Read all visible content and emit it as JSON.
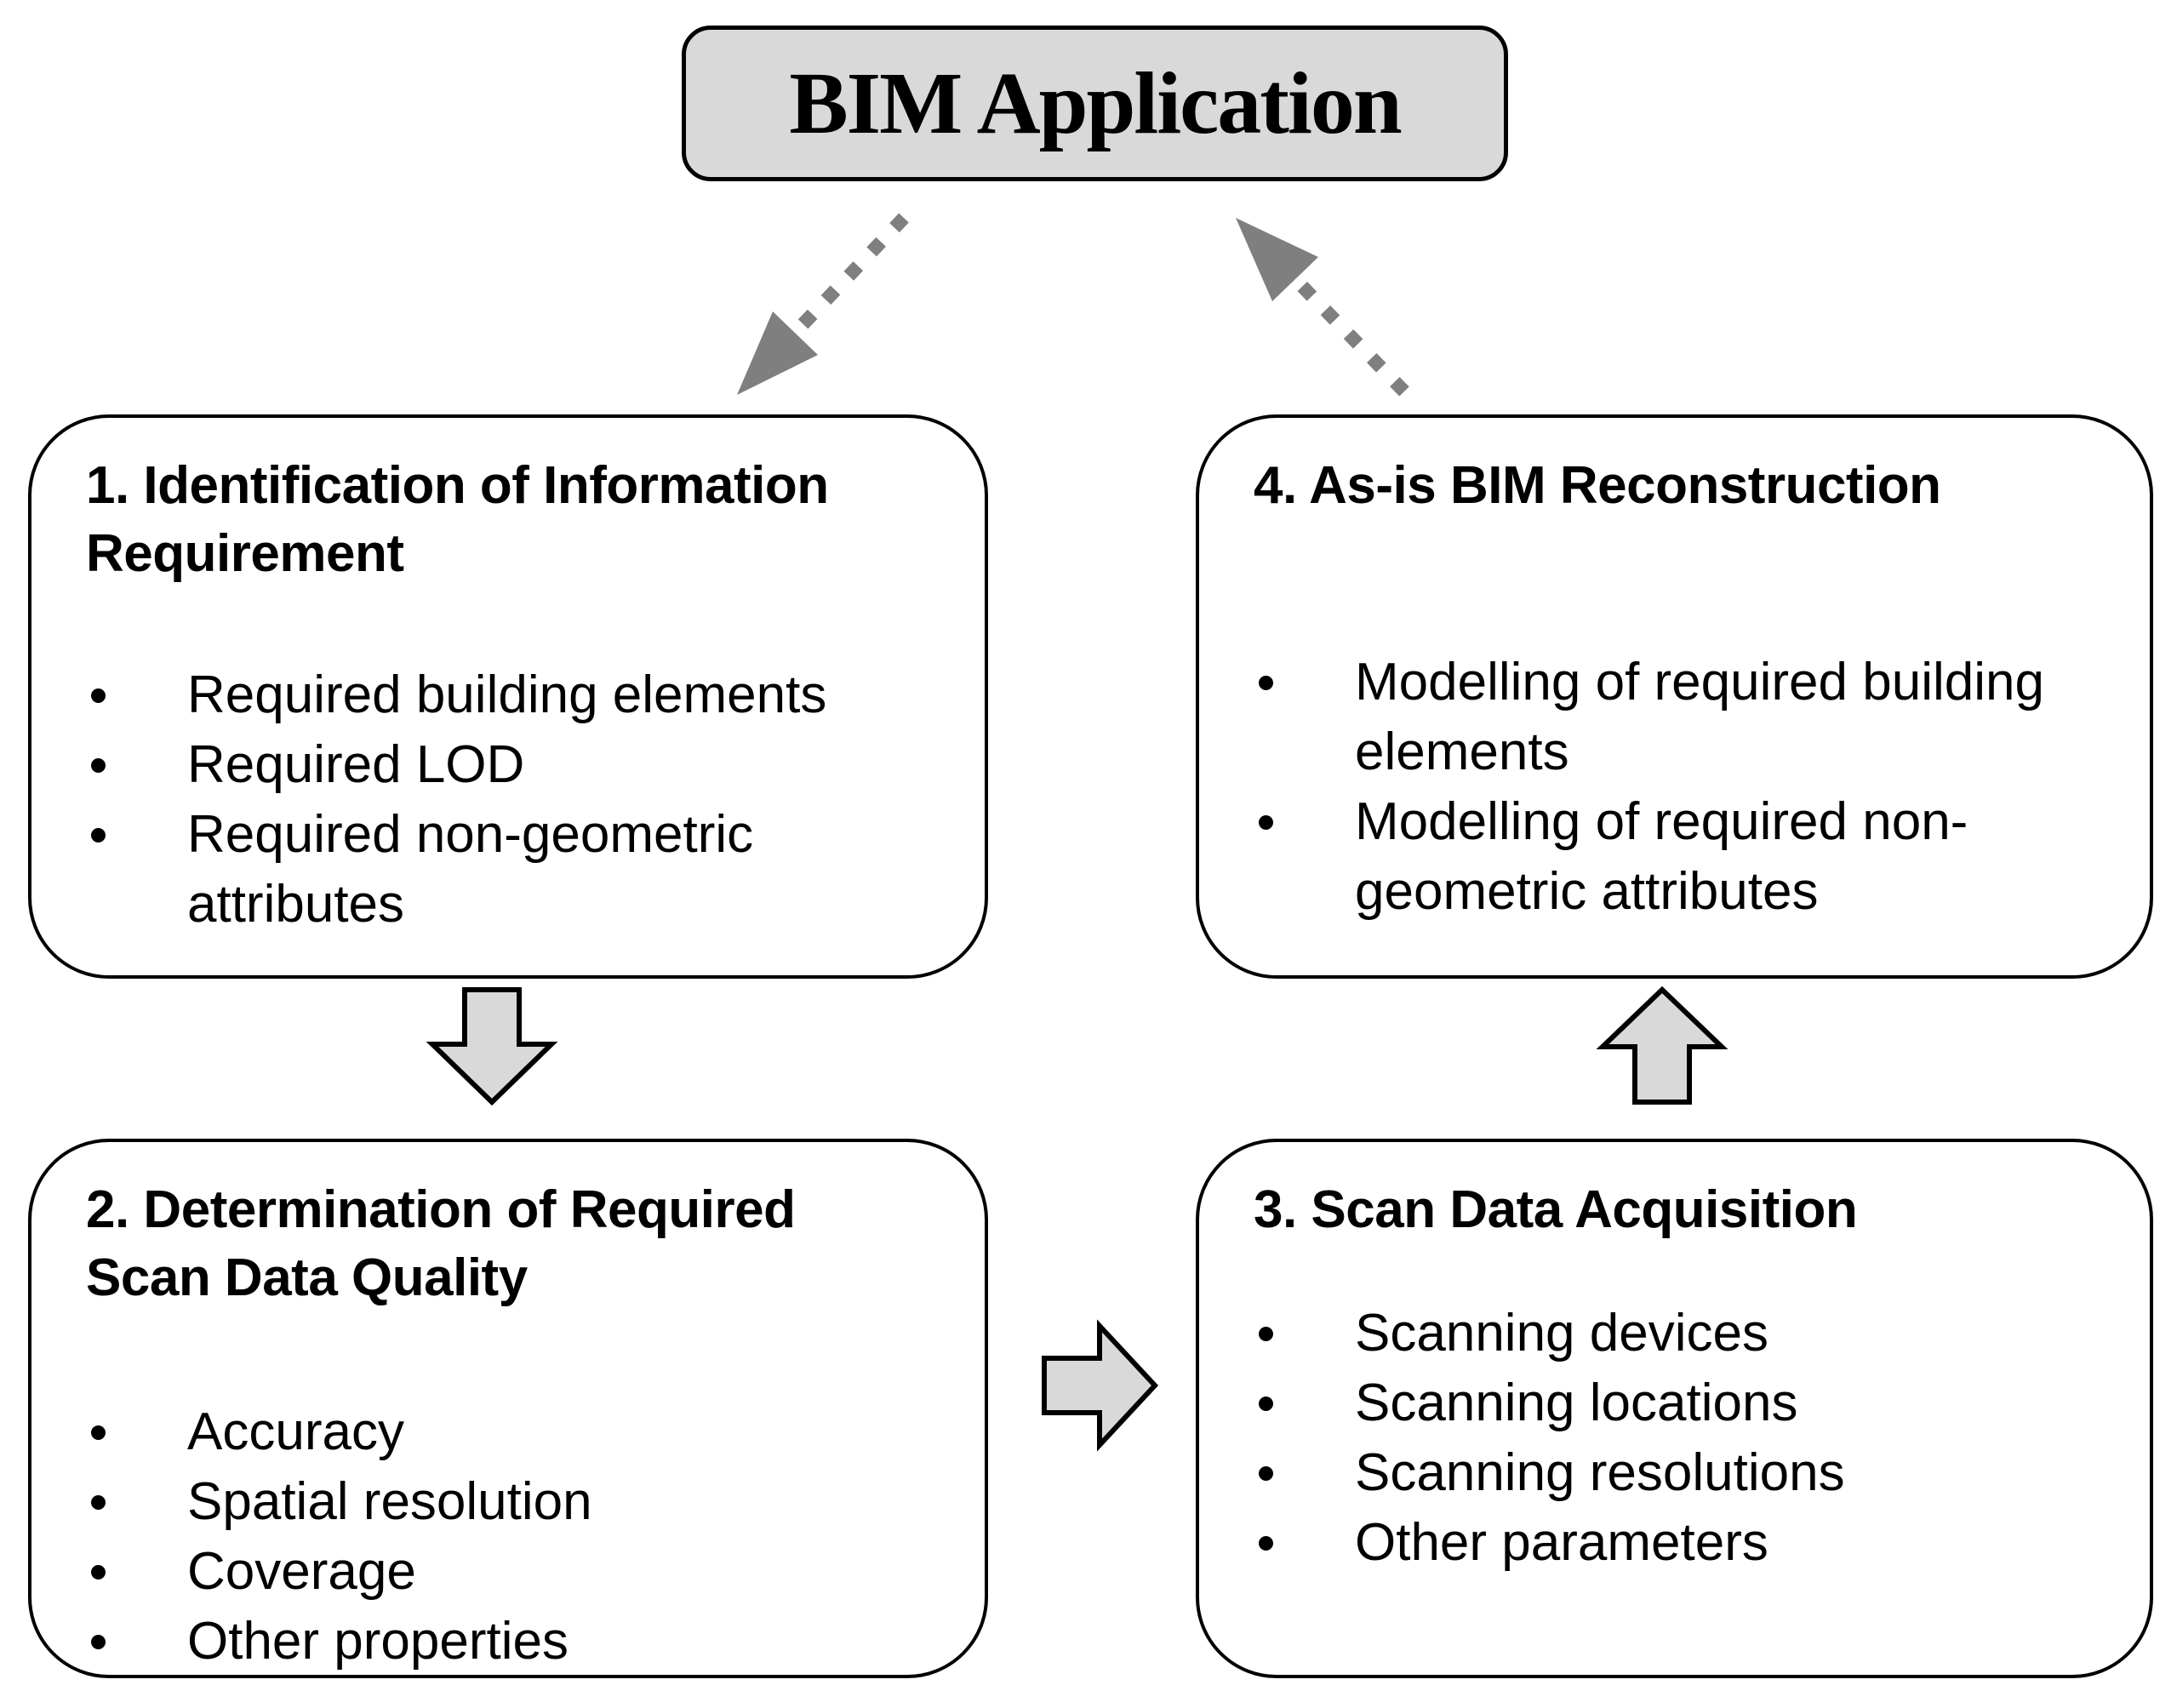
{
  "diagram": {
    "top_node": {
      "label": "BIM Application"
    },
    "boxes": [
      {
        "title_lines": [
          "1. Identification of Information",
          "Requirement"
        ],
        "bullets": [
          "Required building elements",
          "Required LOD",
          "Required non-geometric attributes"
        ]
      },
      {
        "title_lines": [
          "2. Determination of Required",
          "Scan Data Quality"
        ],
        "bullets": [
          "Accuracy",
          "Spatial resolution",
          "Coverage",
          "Other properties"
        ]
      },
      {
        "title_lines": [
          "3. Scan Data Acquisition"
        ],
        "bullets": [
          "Scanning devices",
          "Scanning locations",
          "Scanning resolutions",
          "Other parameters"
        ]
      },
      {
        "title_lines": [
          "4. As-is BIM Reconstruction"
        ],
        "bullets": [
          "Modelling of required building elements",
          "Modelling of required non-geometric attributes"
        ]
      }
    ],
    "colors": {
      "node_fill": "#d9d9d9",
      "box_fill": "#ffffff",
      "border": "#000000",
      "arrow_fill": "#d9d9d9",
      "dashed_arrow": "#7f7f7f"
    }
  }
}
